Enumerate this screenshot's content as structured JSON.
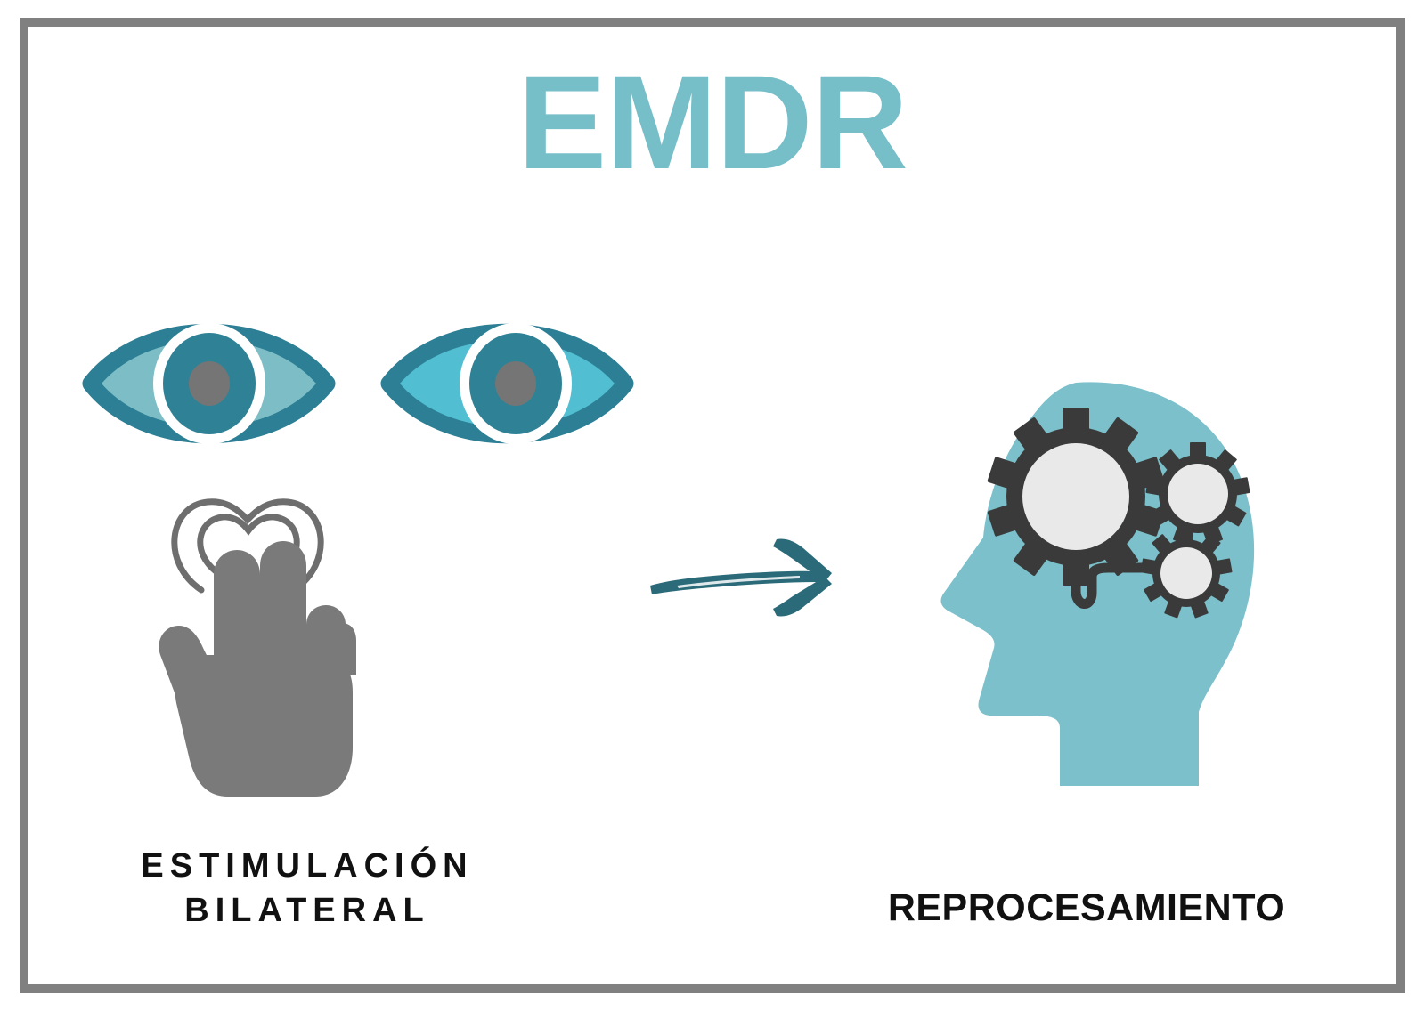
{
  "poster": {
    "title": "EMDR",
    "background_color": "#ffffff",
    "frame_color": "#808080",
    "title_color": "#76bec8"
  },
  "palette": {
    "teal_light": "#7bc0ca",
    "teal_mid": "#2f8296",
    "teal_dark": "#2c7287",
    "cyan_bright": "#52bed2",
    "sclera_left": "#7dbdc6",
    "gray_hand": "#7a7a7a",
    "gray_arc": "#6e6e6e",
    "gray_pupil": "#757575",
    "gear_dark": "#3a3a3a",
    "gear_fill": "#e9e9e9",
    "arrow_teal": "#2b6b79",
    "text_black": "#111111"
  },
  "left_panel": {
    "icons": [
      {
        "name": "eye-left",
        "label": "Left eye"
      },
      {
        "name": "eye-right",
        "label": "Right eye"
      },
      {
        "name": "tap-hand",
        "label": "Tapping hand gesture"
      }
    ],
    "caption_line1": "ESTIMULACIÓN",
    "caption_line2": "BILATERAL"
  },
  "center": {
    "arrow": "arrow-right-brush"
  },
  "right_panel": {
    "icons": [
      {
        "name": "head-gears",
        "label": "Head with gears"
      }
    ],
    "caption": "REPROCESAMIENTO",
    "gears": [
      {
        "name": "gear-large",
        "teeth": 10
      },
      {
        "name": "gear-small-top",
        "teeth": 9
      },
      {
        "name": "gear-small-bottom",
        "teeth": 9
      }
    ]
  }
}
